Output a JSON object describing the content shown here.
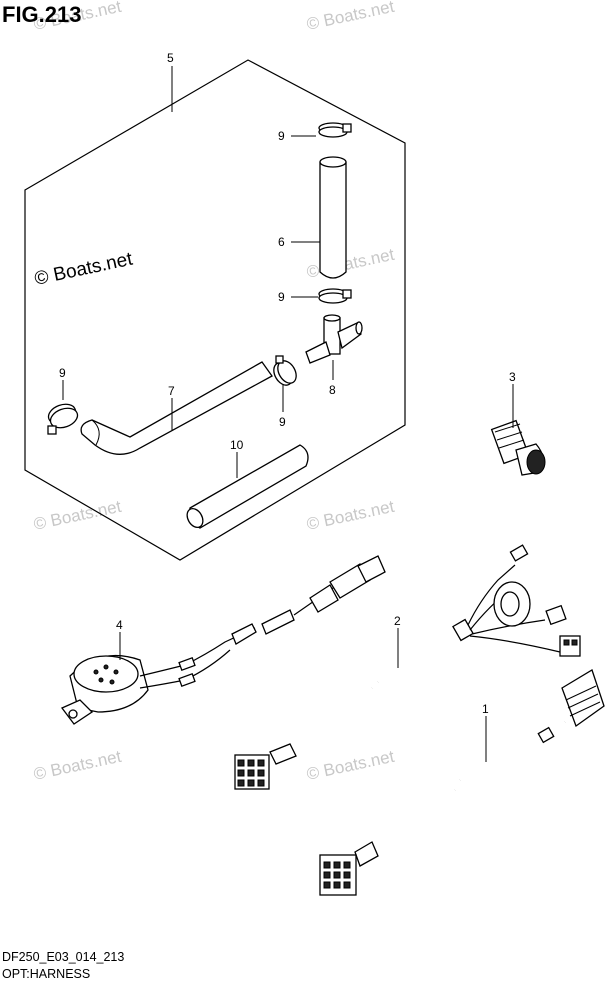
{
  "figure": {
    "title": "FIG.213",
    "code": "DF250_E03_014_213",
    "name": "OPT:HARNESS"
  },
  "watermark": {
    "text": "© Boats.net",
    "main_text": "© Boats.net"
  },
  "callouts": {
    "c5": "5",
    "c9a": "9",
    "c6": "6",
    "c9b": "9",
    "c8": "8",
    "c9c": "9",
    "c9d": "9",
    "c7": "7",
    "c10": "10",
    "c3": "3",
    "c4": "4",
    "c2": "2",
    "c1": "1"
  }
}
